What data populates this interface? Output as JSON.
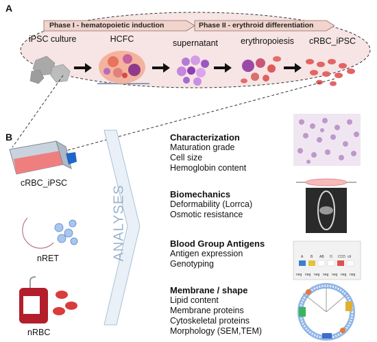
{
  "panel_a": {
    "letter": "A",
    "phase1": "Phase I - hematopoietic induction",
    "phase2": "Phase II - erythroid differentiation",
    "stages": [
      "iPSC culture",
      "HCFC",
      "supernatant",
      "erythropoiesis",
      "cRBC_iPSC"
    ]
  },
  "panel_b": {
    "letter": "B",
    "sources": [
      "cRBC_iPSC",
      "nRET",
      "nRBC"
    ],
    "analyses_label": "ANALYSES",
    "blot_labels": [
      "neg",
      "neg",
      "neg",
      "neg",
      "neg",
      "neg",
      "neg"
    ],
    "blot_caps": [
      "A",
      "B",
      "AB",
      "O",
      "CCD",
      "ctl"
    ],
    "categories": [
      {
        "title": "Characterization",
        "items": [
          "Maturation grade",
          "Cell size",
          "Hemoglobin content"
        ]
      },
      {
        "title": "Biomechanics",
        "items": [
          "Deformability (Lorrca)",
          "Osmotic resistance"
        ]
      },
      {
        "title": "Blood Group Antigens",
        "items": [
          "Antigen expression",
          "Genotyping"
        ]
      },
      {
        "title": "Membrane / shape",
        "items": [
          "Lipid content",
          "Membrane proteins",
          "Cytoskeletal proteins",
          "Morphology (SEM,TEM)"
        ]
      }
    ]
  }
}
